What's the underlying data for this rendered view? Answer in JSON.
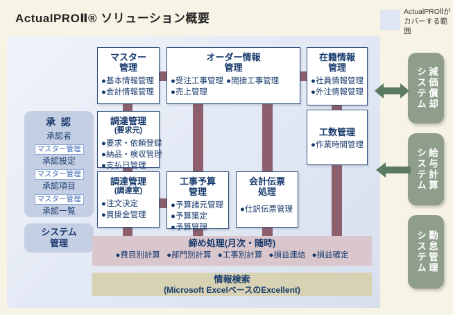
{
  "header": {
    "title": "ActualPROⅡ® ソリューション概要",
    "legend_note": "ActualPROⅡが\nカバーする範囲"
  },
  "sidebar": {
    "approval": {
      "title": "承 認",
      "row1_label": "承認者",
      "row1_tag": "マスター管理",
      "row2_label": "承認設定",
      "row2_tag": "マスター管理",
      "row3_label": "承認項目",
      "row3_tag": "マスター管理",
      "row4_label": "承認一覧"
    },
    "system_admin": {
      "title": "システム\n管理"
    }
  },
  "modules": {
    "master": {
      "title": "マスター\n管理",
      "items": [
        "●基本情報管理",
        "●会計情報管理"
      ]
    },
    "order": {
      "title": "オーダー情報\n管理",
      "items": [
        "●受注工事管理",
        "●間接工事管理",
        "●売上管理"
      ]
    },
    "enrollment": {
      "title": "在籍情報\n管理",
      "items": [
        "●社員情報管理",
        "●外注情報管理"
      ]
    },
    "procurement_requester": {
      "title": "調達管理",
      "subtitle": "(要求元)",
      "items": [
        "●要求・依頼登録",
        "●納品・検収管理",
        "●支払日管理"
      ]
    },
    "manhour": {
      "title": "工数管理",
      "items": [
        "●作業時間管理"
      ]
    },
    "procurement_office": {
      "title": "調達管理",
      "subtitle": "(調達室)",
      "items": [
        "●注文決定",
        "●買掛金管理"
      ]
    },
    "budget": {
      "title": "工事予算\n管理",
      "items": [
        "●予算諸元管理",
        "●予算策定",
        "●予算管理"
      ]
    },
    "voucher": {
      "title": "会計伝票\n処理",
      "items": [
        "●仕訳伝票管理"
      ]
    },
    "closing": {
      "title": "締め処理(月次・随時)",
      "items": [
        "●費目別計算",
        "●部門別計算",
        "●工事別計算",
        "●損益連結",
        "●損益確定"
      ]
    },
    "search": {
      "title": "情報検索",
      "subtitle": "(Microsoft ExcelベースのExcellent)"
    }
  },
  "external_systems": {
    "depreciation": {
      "name": "減価償却",
      "type": "システム",
      "arrow": "bidirectional"
    },
    "payroll": {
      "name": "給与計算",
      "type": "システム",
      "arrow": "left"
    },
    "attendance": {
      "name": "勤怠管理",
      "type": "システム",
      "arrow": "none"
    }
  },
  "colors": {
    "accent_navy": "#16396c",
    "connector_maroon": "#8d5f6d",
    "panel_blue": "#e4eaf5",
    "closing_pink": "#dac7cd",
    "search_tan": "#d6d2b3",
    "system_green": "#8f9e8a",
    "arrow_green": "#5c7a5f",
    "background_cream": "#f7f4e5"
  }
}
